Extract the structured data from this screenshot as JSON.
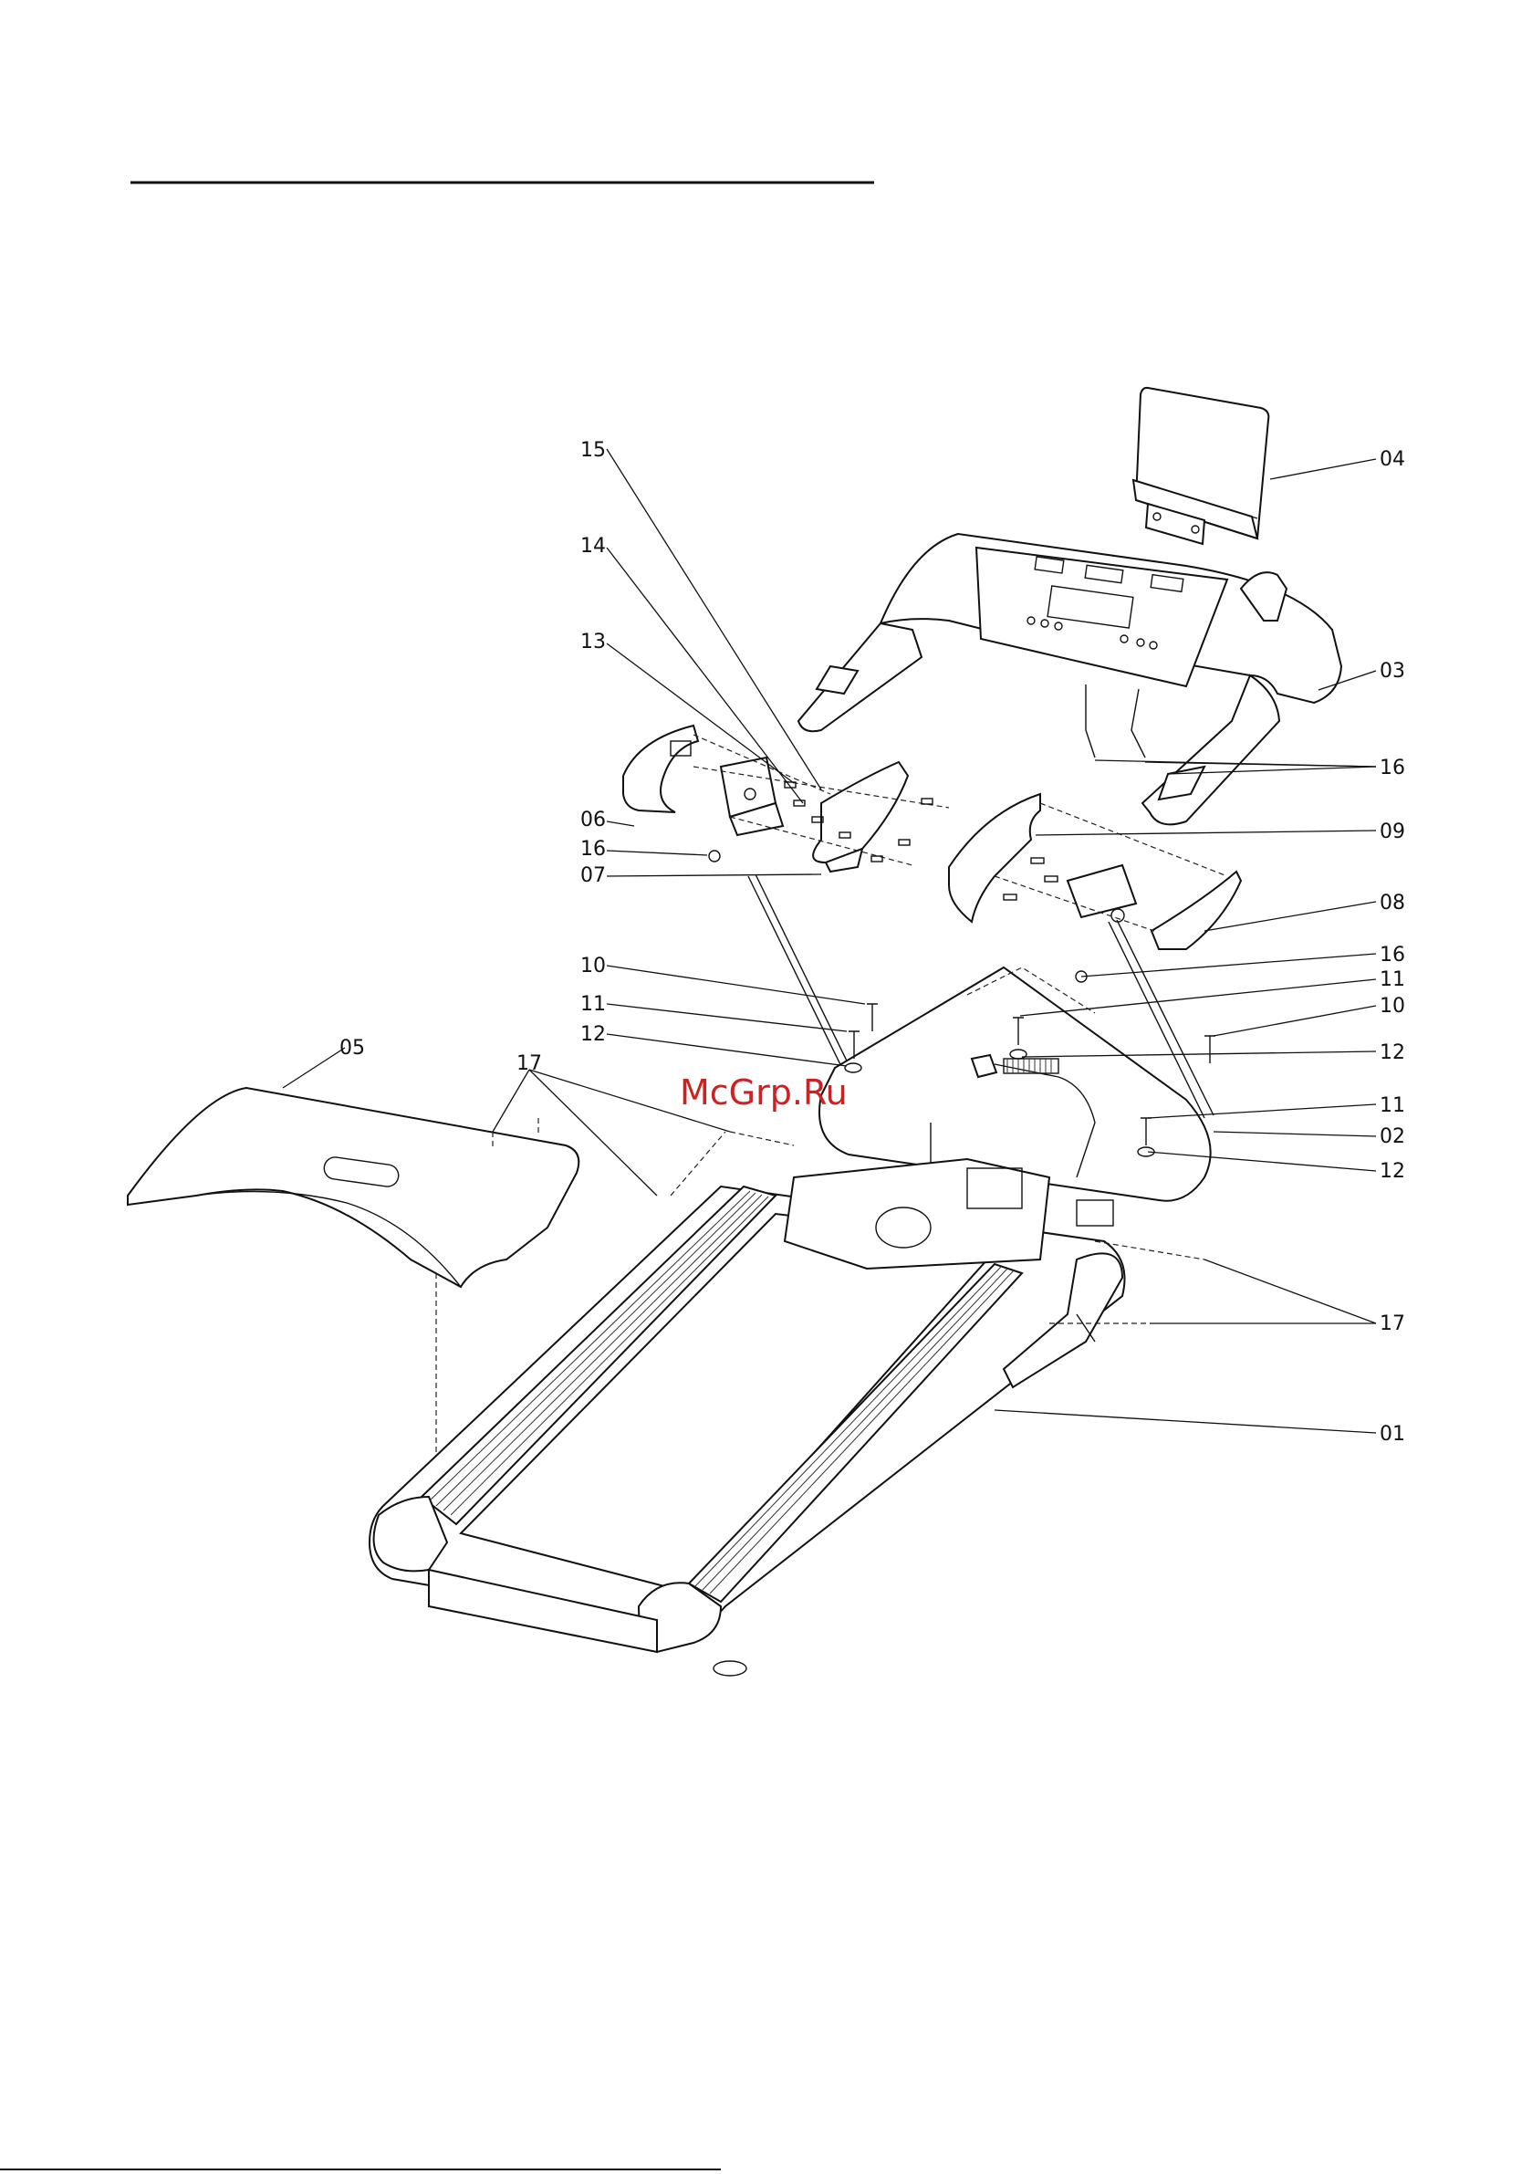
{
  "callouts": [
    {
      "id": "c15",
      "label": "15"
    },
    {
      "id": "c14",
      "label": "14"
    },
    {
      "id": "c13",
      "label": "13"
    },
    {
      "id": "c06",
      "label": "06"
    },
    {
      "id": "c16a",
      "label": "16"
    },
    {
      "id": "c07",
      "label": "07"
    },
    {
      "id": "c10a",
      "label": "10"
    },
    {
      "id": "c11a",
      "label": "11"
    },
    {
      "id": "c12a",
      "label": "12"
    },
    {
      "id": "c05",
      "label": "05"
    },
    {
      "id": "c17a",
      "label": "17"
    },
    {
      "id": "c04",
      "label": "04"
    },
    {
      "id": "c03",
      "label": "03"
    },
    {
      "id": "c16b",
      "label": "16"
    },
    {
      "id": "c09",
      "label": "09"
    },
    {
      "id": "c08",
      "label": "08"
    },
    {
      "id": "c16c",
      "label": "16"
    },
    {
      "id": "c11b",
      "label": "11"
    },
    {
      "id": "c10b",
      "label": "10"
    },
    {
      "id": "c12b",
      "label": "12"
    },
    {
      "id": "c11c",
      "label": "11"
    },
    {
      "id": "c02",
      "label": "02"
    },
    {
      "id": "c12c",
      "label": "12"
    },
    {
      "id": "c17b",
      "label": "17"
    },
    {
      "id": "c01",
      "label": "01"
    }
  ],
  "watermark": "McGrp.Ru"
}
